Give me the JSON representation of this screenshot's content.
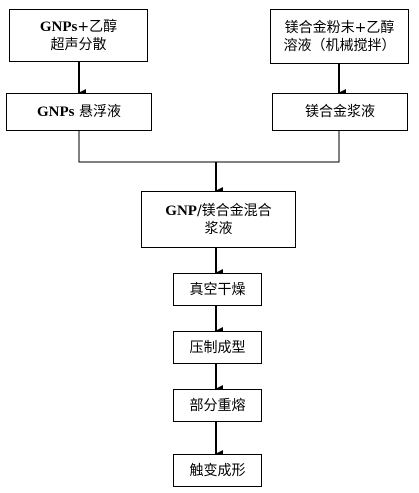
{
  "nodes": {
    "gnp_ethanol": {
      "line1_latin": "GNPs",
      "line1_rest": "+乙醇",
      "line2": "超声分散"
    },
    "mg_alloy_solution": {
      "line1": "镁合金粉末+乙醇",
      "line2": "溶液（机械搅拌）"
    },
    "gnp_suspension": {
      "latin": "GNPs",
      "rest": " 悬浮液"
    },
    "mg_slurry": {
      "text": "镁合金浆液"
    },
    "mixed_slurry": {
      "line1_latin": "GNP",
      "line1_rest": "/镁合金混合",
      "line2": "浆液"
    },
    "vacuum_dry": {
      "text": "真空干燥"
    },
    "press_form": {
      "text": "压制成型"
    },
    "partial_remelt": {
      "text": "部分重熔"
    },
    "thixoforming": {
      "text": "触变成形"
    }
  }
}
